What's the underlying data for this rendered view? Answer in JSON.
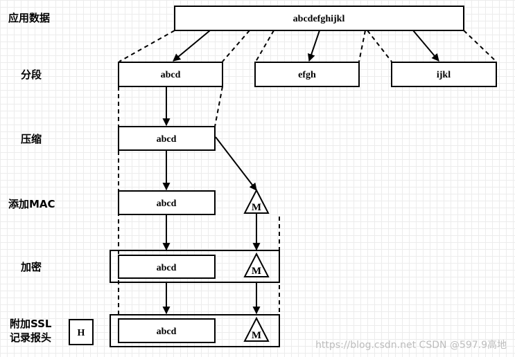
{
  "step_labels": {
    "app_data": "应用数据",
    "fragment": "分段",
    "compress": "压缩",
    "add_mac": "添加MAC",
    "encrypt": "加密",
    "ssl_header_line1": "附加SSL",
    "ssl_header_line2": "记录报头"
  },
  "boxes": {
    "app_data": "abcdefghijkl",
    "fragment_1": "abcd",
    "fragment_2": "efgh",
    "fragment_3": "ijkl",
    "compressed": "abcd",
    "with_mac_data": "abcd",
    "encrypted_data": "abcd",
    "record_data": "abcd",
    "header": "H"
  },
  "mac_symbol": "M",
  "watermark": "https://blog.csdn.net  CSDN @597.9高地"
}
